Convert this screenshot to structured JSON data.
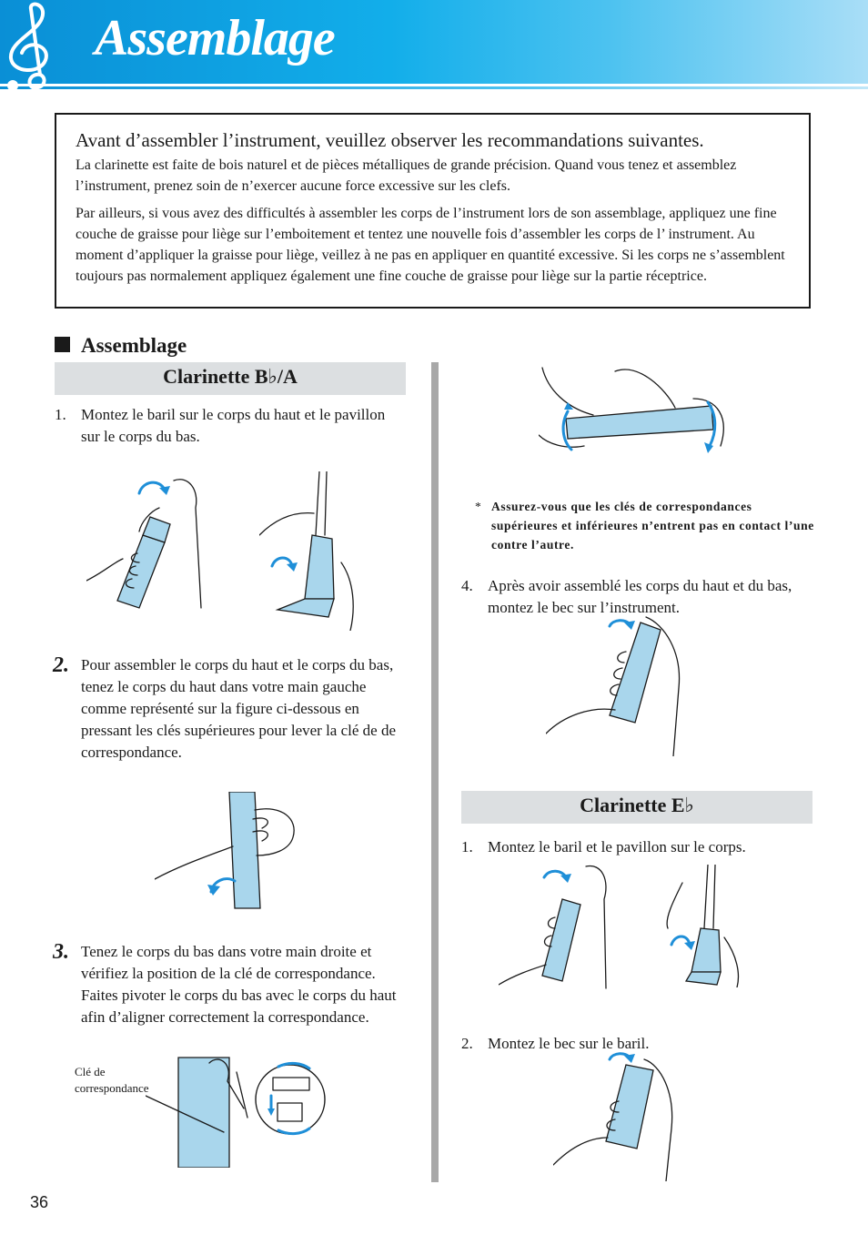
{
  "header": {
    "title": "Assemblage"
  },
  "notice": {
    "heading": "Avant d’assembler l’instrument, veuillez observer les recommandations suivantes.",
    "paragraph1": "La clarinette est faite de bois naturel et de pièces métalliques de grande précision. Quand vous tenez et assemblez l’instrument, prenez soin de n’exercer aucune force excessive sur les clefs.",
    "paragraph2": "Par ailleurs, si vous avez des difficultés à assembler les corps de l’instrument lors de son assemblage, appliquez une fine couche de graisse pour liège sur l’emboitement et tentez une nouvelle fois d’assembler les corps de l’ instrument. Au moment d’appliquer la graisse pour liège, veillez à ne pas en appliquer en quantité excessive. Si les corps ne s’assemblent toujours pas normalement appliquez également une fine couche de graisse pour liège sur la partie réceptrice."
  },
  "section": {
    "title": "Assemblage"
  },
  "bflat": {
    "title": "Clarinette B♭/A",
    "step1_num": "1.",
    "step1_text": "Montez le baril sur le corps du haut et le pavillon sur le corps du bas.",
    "step2_num": "2.",
    "step2_text": "Pour assembler le corps du haut et le corps du bas, tenez le corps du haut dans votre main gauche comme représenté sur la figure ci-dessous en pressant les clés supérieures pour lever la clé de de correspondance.",
    "step3_num": "3.",
    "step3_text": "Tenez le corps du bas dans votre main droite et vérifiez la position de la clé de correspondance. Faites pivoter le corps du bas avec le corps du haut afin d’aligner correctement la correspondance.",
    "caption": "Clé de correspondance",
    "note_star": "*",
    "note": "Assurez-vous que les clés de correspondances supérieures et inférieures n’entrent pas en contact l’une contre l’autre.",
    "step4_num": "4.",
    "step4_text": "Après avoir assemblé les corps du haut et du bas, montez le bec sur l’instrument."
  },
  "eflat": {
    "title": "Clarinette E♭",
    "step1_num": "1.",
    "step1_text": "Montez le baril et le pavillon sur le corps.",
    "step2_num": "2.",
    "step2_text": "Montez le bec sur le baril."
  },
  "footer": {
    "page_number": "36"
  },
  "colors": {
    "header_blue": "#0a8fd6",
    "instrument_blue": "#a9d6ec",
    "arrow_blue": "#1f8fd8",
    "subbar_gray": "#dcdfe1"
  },
  "icons": {
    "clef": "treble-clef-icon",
    "rotation_arrow": "rotate-arrow-icon"
  }
}
